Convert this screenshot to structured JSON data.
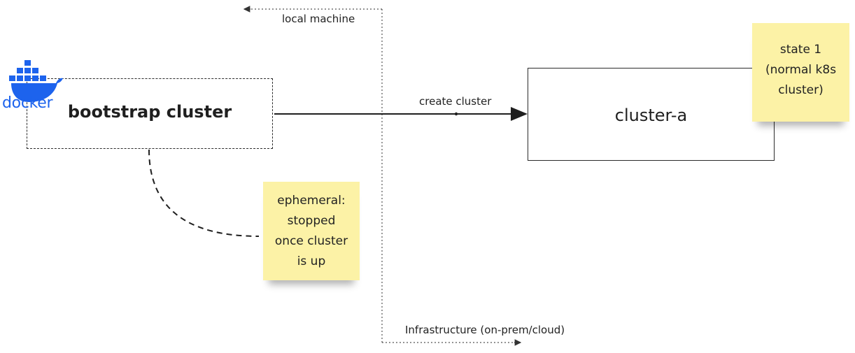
{
  "boundary": {
    "top_label": "local machine",
    "bottom_label": "Infrastructure (on-prem/cloud)"
  },
  "nodes": {
    "bootstrap": "bootstrap cluster",
    "cluster_a": "cluster-a"
  },
  "edges": {
    "create": "create cluster"
  },
  "notes": {
    "ephemeral": [
      "ephemeral:",
      "stopped",
      "once cluster",
      "is up"
    ],
    "state": [
      "state 1",
      "(normal k8s",
      "cluster)"
    ]
  },
  "logo": {
    "text": "docker",
    "color": "#1d63ed"
  }
}
